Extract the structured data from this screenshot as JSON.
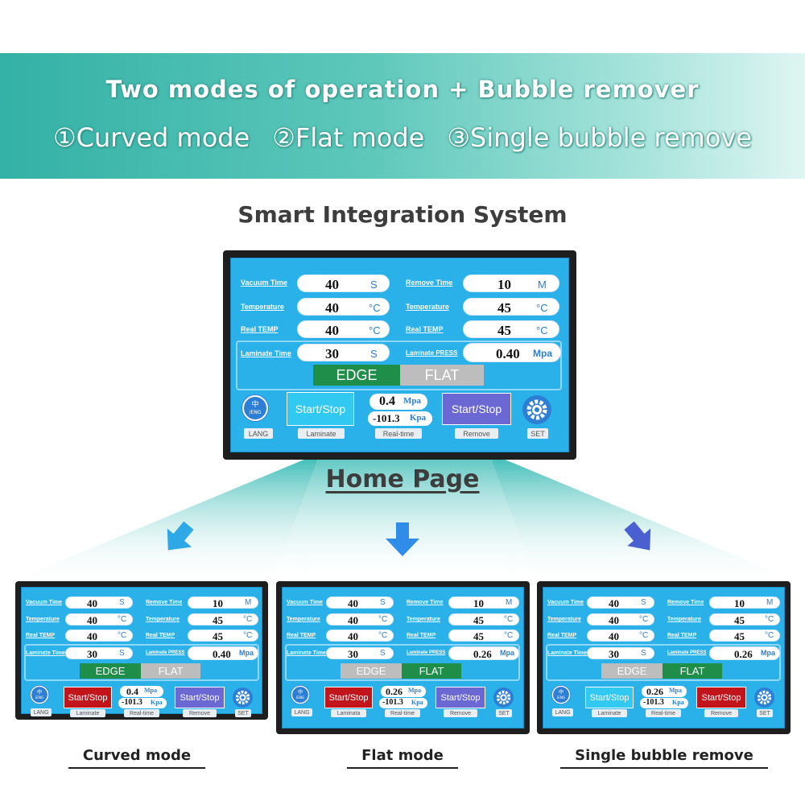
{
  "banner": {
    "title": "Two modes of operation + Bubble remover",
    "modes": [
      "①Curved mode",
      "②Flat mode",
      "③Single bubble remove"
    ]
  },
  "section_title": "Smart Integration System",
  "home_label": "Home Page",
  "screens": {
    "home": {
      "vacuum_time": {
        "label": "Vacuum Time",
        "value": "40",
        "unit": "S"
      },
      "remove_time": {
        "label": "Remove Time",
        "value": "10",
        "unit": "M"
      },
      "temperature_l": {
        "label": "Temperature",
        "value": "40",
        "unit": "°C"
      },
      "temperature_r": {
        "label": "Temperature",
        "value": "45",
        "unit": "°C"
      },
      "real_temp_l": {
        "label": "Real TEMP",
        "value": "40",
        "unit": "°C"
      },
      "real_temp_r": {
        "label": "Real TEMP",
        "value": "45",
        "unit": "°C"
      },
      "laminate_time": {
        "label": "Laminate Time",
        "value": "30",
        "unit": "S"
      },
      "laminate_press": {
        "label": "Laminate PRESS",
        "value": "0.40",
        "unit": "Mpa"
      },
      "edge": "EDGE",
      "flat": "FLAT",
      "lang_caption": "LANG",
      "lang_icon_text": "中/ENG",
      "start_stop_left": "Start/Stop",
      "laminate_caption": "Laminate",
      "rt_press": "0.4",
      "rt_press_unit": "Mpa",
      "rt_kpa": "-101.3",
      "rt_kpa_unit": "Kpa",
      "realtime_caption": "Real-time",
      "start_stop_right": "Start/Stop",
      "remove_caption": "Remove",
      "set_caption": "SET"
    },
    "curved": {
      "laminate_press_value": "0.40",
      "rt_press": "0.4",
      "rt_kpa": "-101.3",
      "laminate_caption": "Laminate"
    },
    "flat": {
      "laminate_press_value": "0.26",
      "rt_press": "0.26",
      "rt_kpa": "-101.3",
      "laminate_caption": "Laminata"
    },
    "single": {
      "laminate_press_value": "0.26",
      "rt_press": "0.26",
      "rt_kpa": "-101.3",
      "laminate_caption": "Laminate"
    }
  },
  "mode_labels": {
    "curved": "Curved  mode",
    "flat": "Flat  mode",
    "single": "Single bubble remove"
  },
  "colors": {
    "panel": "#2bb1ea",
    "edge_active": "#1e8e48",
    "inactive": "#bdbdbd",
    "btn_cyan": "#31c9f1",
    "btn_purple": "#6b68d3",
    "btn_red": "#c1141b",
    "banner": "#34b1a6"
  },
  "icons": [
    "language-switch-icon",
    "gear-icon",
    "down-arrow-icon"
  ]
}
